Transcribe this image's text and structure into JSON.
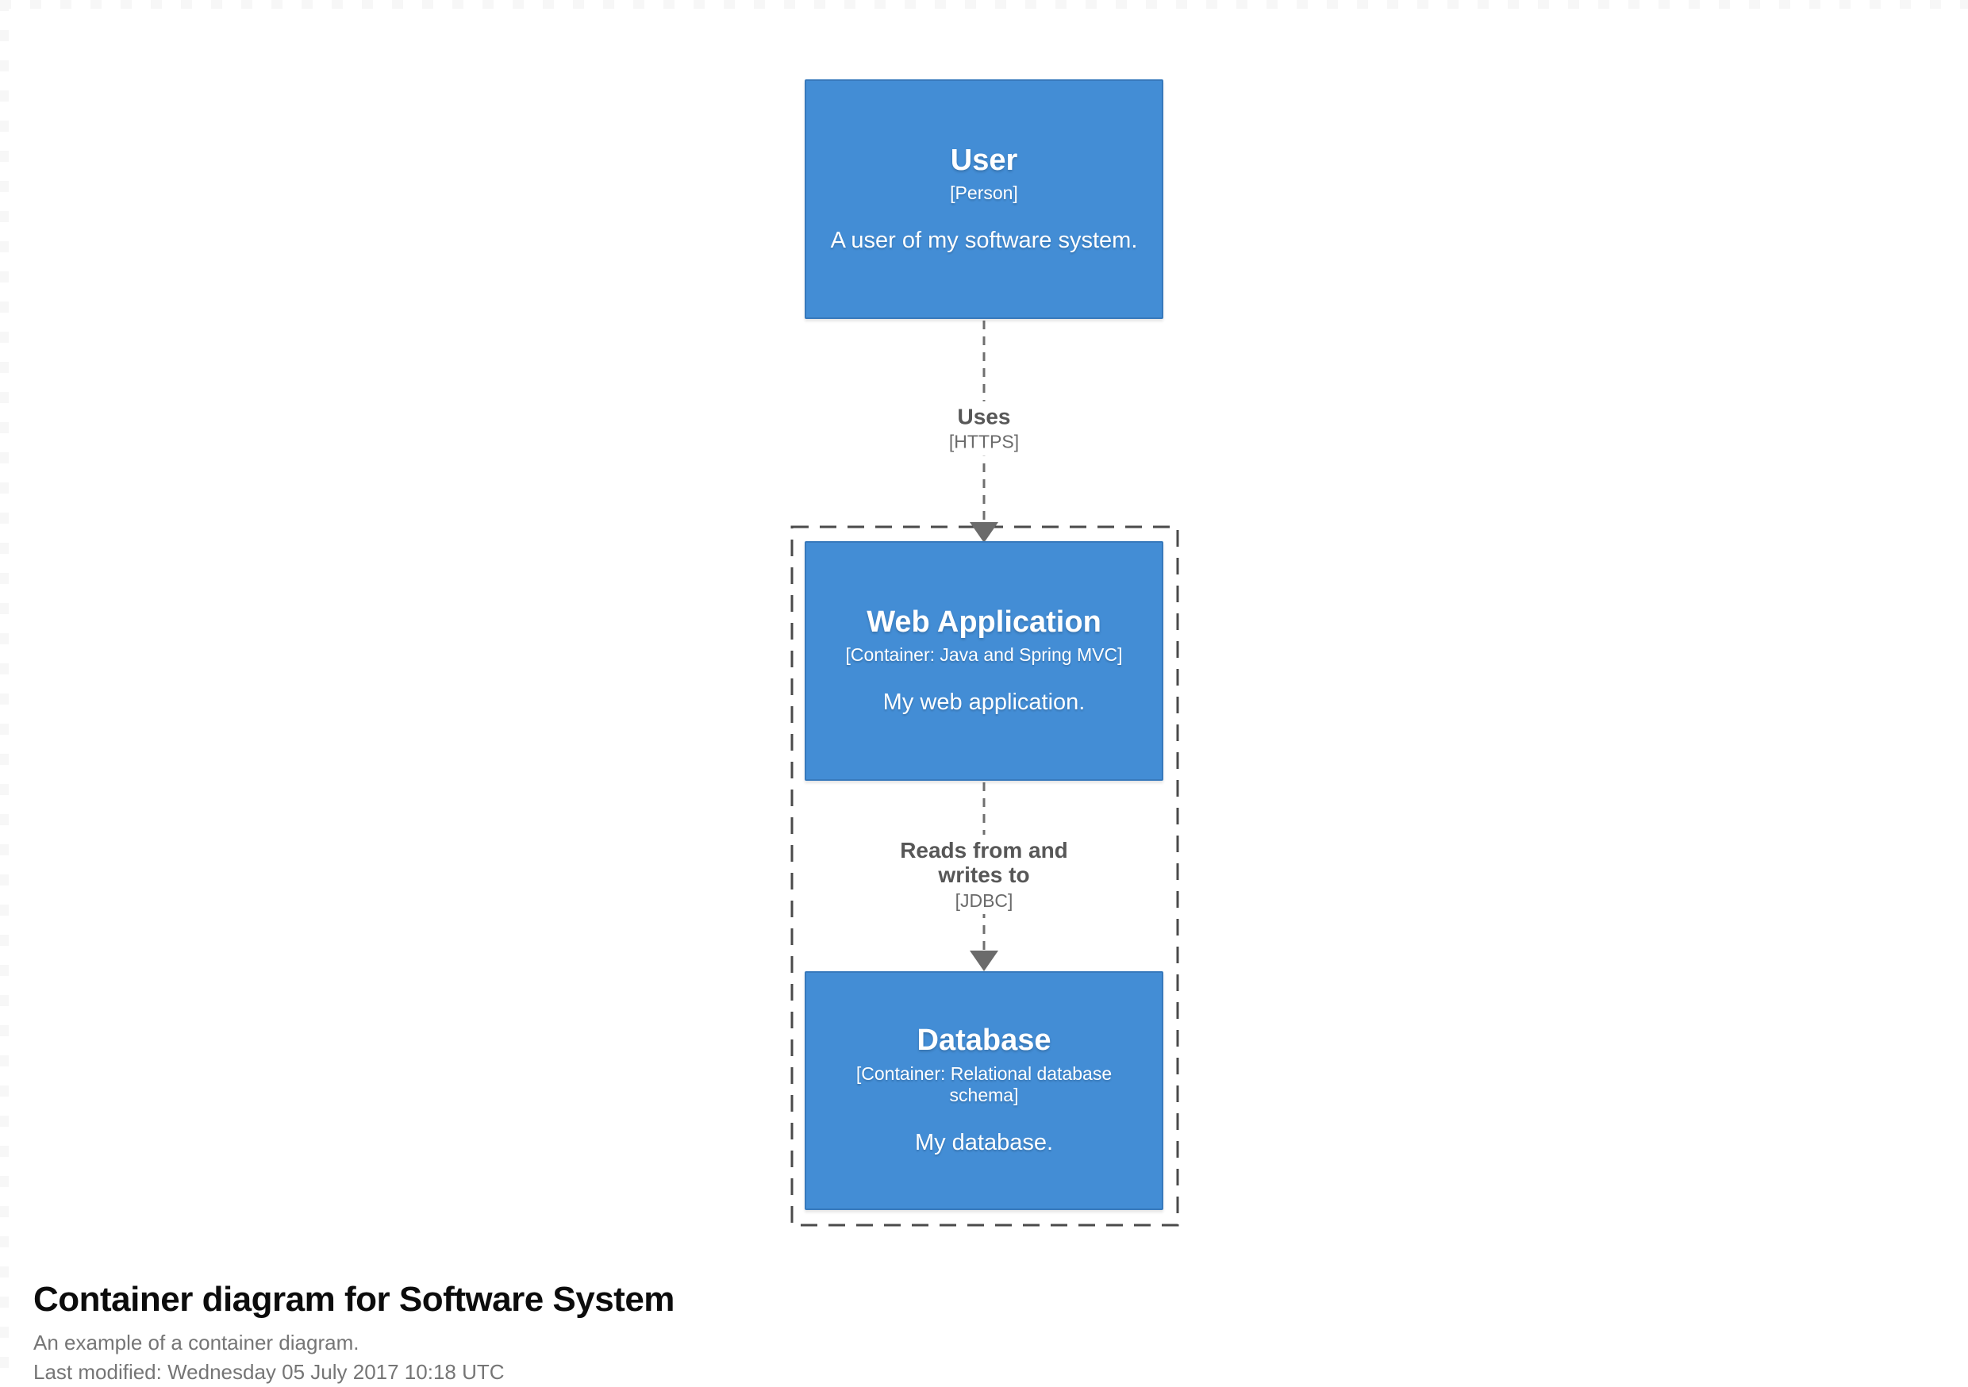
{
  "page": {
    "title": "Container diagram for Software System",
    "subtitle": "An example of a container diagram.",
    "last_modified": "Last modified: Wednesday 05 July 2017 10:18 UTC"
  },
  "elements": [
    {
      "id": "user",
      "name": "User",
      "meta": "[Person]",
      "description": "A user of my software system."
    },
    {
      "id": "web-app",
      "name": "Web Application",
      "meta": "[Container: Java and Spring MVC]",
      "description": "My web application."
    },
    {
      "id": "database",
      "name": "Database",
      "meta": "[Container: Relational database schema]",
      "description": "My database."
    }
  ],
  "relationships": [
    {
      "id": "uses",
      "label": "Uses",
      "technology": "[HTTPS]"
    },
    {
      "id": "reads",
      "label": "Reads from and writes to",
      "technology": "[JDBC]"
    }
  ],
  "colors": {
    "element_fill": "#438dd5",
    "element_border": "#3779bc",
    "element_text": "#ffffff",
    "boundary_border": "#4a4a4a",
    "relationship_line": "#6f6f6f",
    "relationship_label": "#575757",
    "page_title": "#0c0c0c",
    "page_meta": "#757575"
  }
}
